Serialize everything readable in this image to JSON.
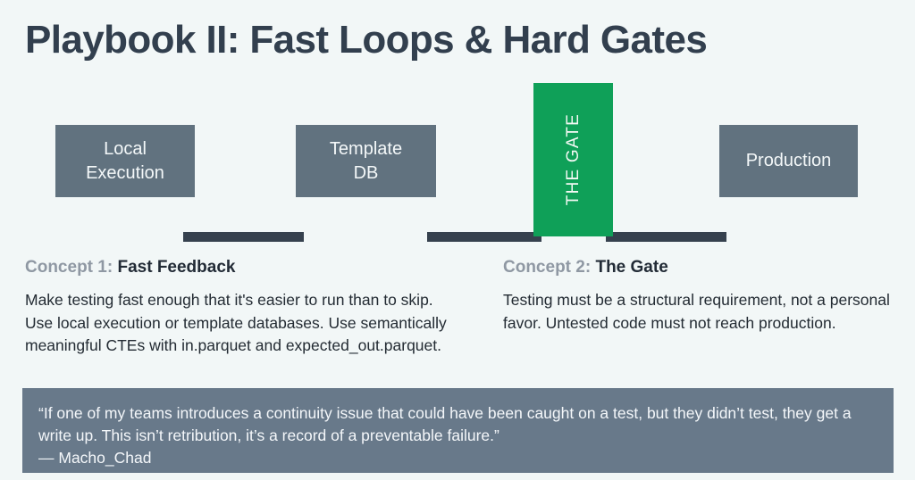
{
  "slide": {
    "title": "Playbook II: Fast Loops & Hard Gates",
    "background_color": "#f2f7f7"
  },
  "flow": {
    "node_color": "#61727f",
    "gate_color": "#0fa058",
    "connector_color": "#36414e",
    "nodes": [
      {
        "id": "local-execution",
        "label": "Local\nExecution",
        "line1": "Local",
        "line2": "Execution"
      },
      {
        "id": "template-db",
        "label": "Template\nDB",
        "line1": "Template",
        "line2": "DB"
      },
      {
        "id": "the-gate",
        "label": "THE GATE",
        "orientation": "vertical"
      },
      {
        "id": "production",
        "label": "Production",
        "line1": "Production",
        "line2": ""
      }
    ]
  },
  "concepts": [
    {
      "lead": "Concept 1:",
      "term": "Fast Feedback",
      "body": "Make testing fast enough that it's easier to run than to skip. Use local execution or template databases. Use semantically meaningful CTEs with in.parquet and expected_out.parquet."
    },
    {
      "lead": "Concept 2:",
      "term": "The Gate",
      "body": "Testing must be a structural requirement, not a personal favor. Untested code must not reach production."
    }
  ],
  "quote": {
    "text": "“If one of my teams introduces a continuity issue that could have been caught on a test, but they didn’t test, they get a write up. This isn’t retribution, it’s a record of a preventable failure.”",
    "attribution": "— Macho_Chad",
    "background_color": "#68798a"
  }
}
